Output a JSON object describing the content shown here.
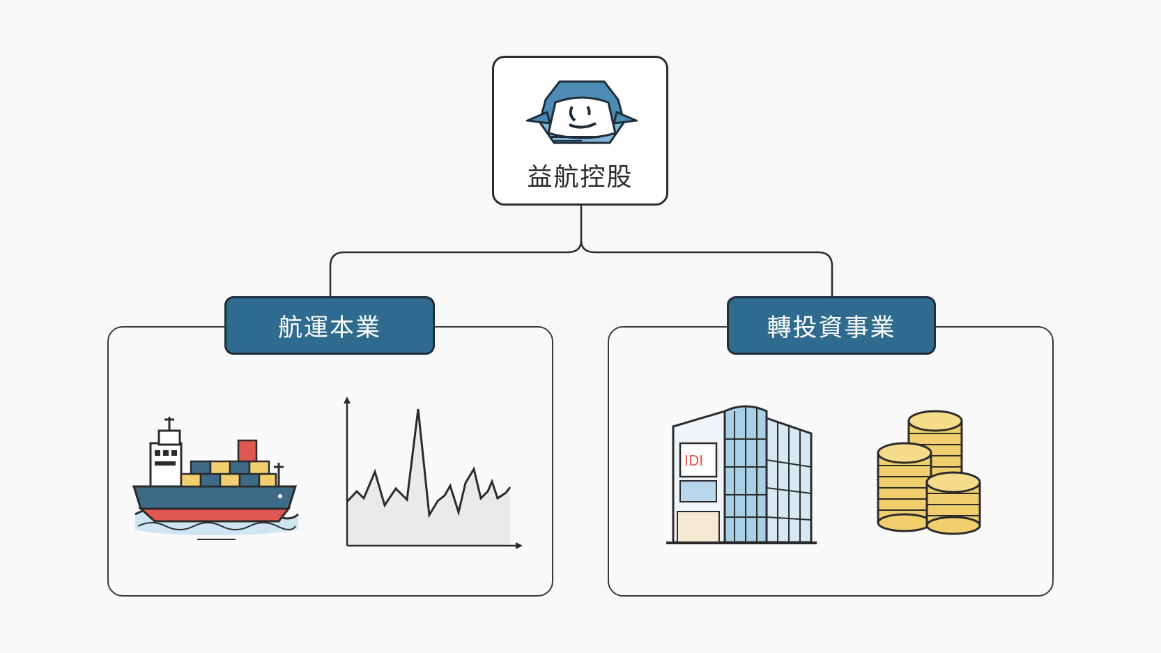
{
  "root": {
    "title": "益航控股",
    "logo_icon": "ship-emblem-icon"
  },
  "branches": [
    {
      "label": "航運本業",
      "icons": [
        "container-ship-icon",
        "volatile-line-chart-icon"
      ]
    },
    {
      "label": "轉投資事業",
      "icons": [
        "department-store-building-icon",
        "coin-stacks-icon"
      ]
    }
  ],
  "colors": {
    "accent_blue": "#2f6b8e",
    "light_blue": "#7fb6d8",
    "coin_gold": "#f1cf6e",
    "ship_red": "#e0574f",
    "outline": "#2b2b2b"
  }
}
